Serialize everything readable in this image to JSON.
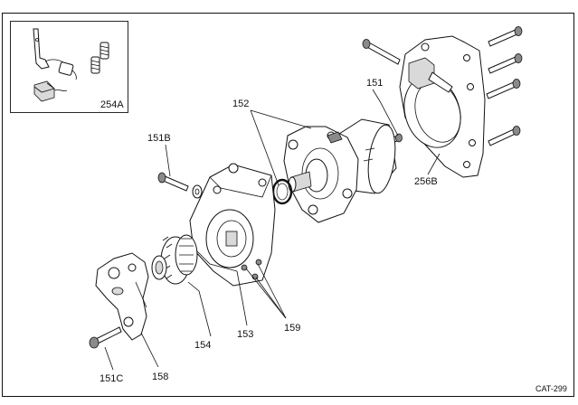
{
  "callouts": {
    "c254A": "254A",
    "c152": "152",
    "c151": "151",
    "c151B": "151B",
    "c256B": "256B",
    "c154": "154",
    "c153": "153",
    "c159": "159",
    "c151C": "151C",
    "c158": "158"
  },
  "catalog_number": "CAT-299"
}
